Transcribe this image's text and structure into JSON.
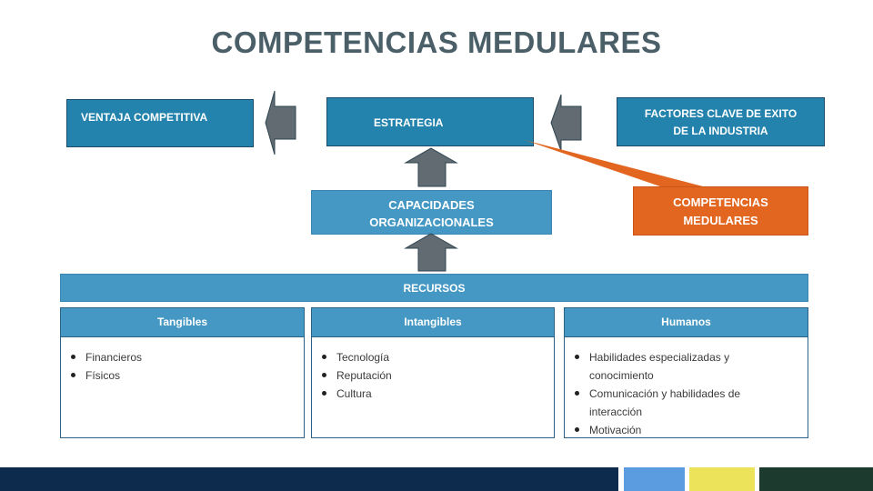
{
  "title": "COMPETENCIAS MEDULARES",
  "boxes": {
    "ventaja": "VENTAJA COMPETITIVA",
    "estrategia": "ESTRATEGIA",
    "factores_line1": "FACTORES CLAVE DE EXITO",
    "factores_line2": "DE LA INDUSTRIA",
    "capacidades_line1": "CAPACIDADES",
    "capacidades_line2": "ORGANIZACIONALES",
    "competencias_line1": "COMPETENCIAS",
    "competencias_line2": "MEDULARES",
    "recursos": "RECURSOS"
  },
  "panels": [
    {
      "heading": "Tangibles",
      "items": [
        "Financieros",
        "Físicos"
      ]
    },
    {
      "heading": "Intangibles",
      "items": [
        "Tecnología",
        "Reputación",
        "Cultura"
      ]
    },
    {
      "heading": "Humanos",
      "items": [
        "Habilidades especializadas y conocimiento",
        "Comunicación y habilidades de interacción",
        "Motivación"
      ]
    }
  ],
  "colors": {
    "title": "#4a5f67",
    "box_primary": "#2383ad",
    "box_secondary": "#4598c3",
    "highlight": "#e2661f",
    "arrow": "#616b71",
    "footer": [
      "#0d2b4c",
      "#5b9be0",
      "#ece35a",
      "#1d3a2e"
    ]
  }
}
